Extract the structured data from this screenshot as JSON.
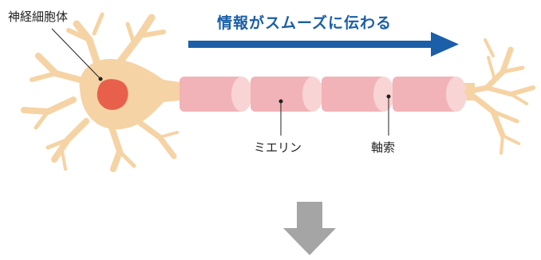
{
  "labels": {
    "soma": "神経細胞体",
    "myelin": "ミエリン",
    "axon": "軸索",
    "flow": "情報がスムーズに伝わる"
  },
  "colors": {
    "neuron_body": "#f6d3a4",
    "nucleus": "#e8604c",
    "myelin": "#f2b3b8",
    "myelin_end": "#f9d4d4",
    "node_gap": "#f6d3a4",
    "flow_arrow": "#1a5fa8",
    "down_arrow": "#a5a5a5",
    "text": "#222222",
    "flow_text": "#1a5fa8"
  },
  "myelin_segments": 4
}
